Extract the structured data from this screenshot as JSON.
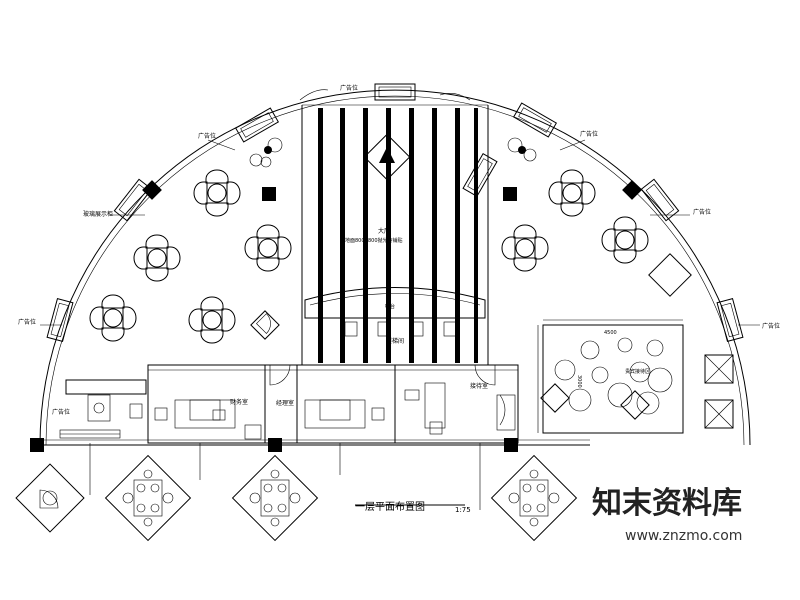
{
  "drawing": {
    "title": "一层平面布置图",
    "scale": "1:75"
  },
  "labels": {
    "ad_top": "广告位",
    "ad_left_top": "广告位",
    "ad_right_top": "广告位",
    "ad_left_mid": "广告位",
    "ad_right_mid": "广告位",
    "ad_left_low": "广告位",
    "ad_right_low": "广告位",
    "display_left": "玻璃展示柜",
    "hall": "大厅",
    "hall_note": "地面800X800抛光砖铺贴",
    "stairs": "楼梯间",
    "bar": "吧台",
    "office": "财务室",
    "manager": "经理室",
    "reception": "接待室",
    "vip": "贵宾接待区",
    "dim_w": "4500",
    "dim_h": "3000"
  },
  "watermark": {
    "text": "知末资料库",
    "url": "www.znzmo.com"
  }
}
